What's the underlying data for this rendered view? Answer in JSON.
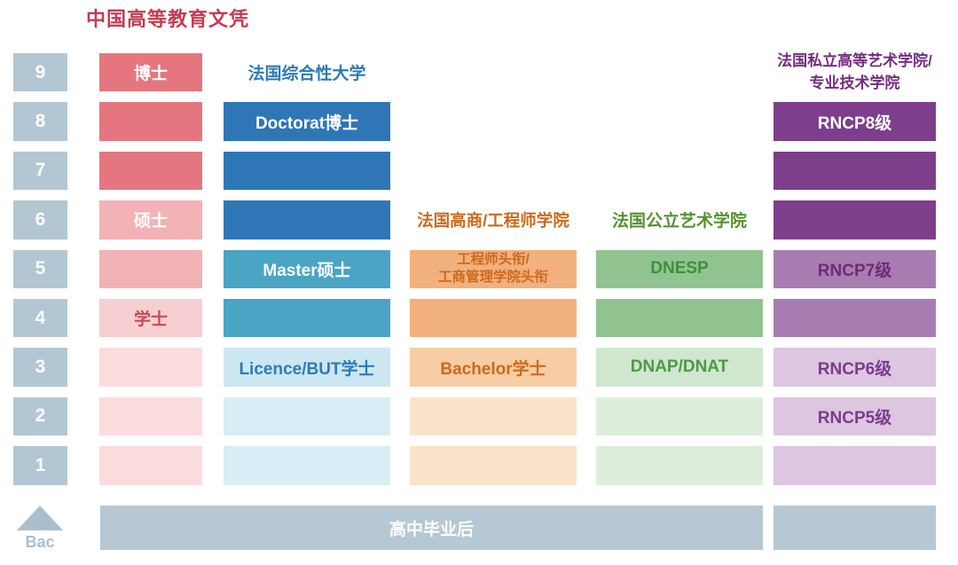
{
  "title": "中国高等教育文凭",
  "axis": {
    "levels": [
      "9",
      "8",
      "7",
      "6",
      "5",
      "4",
      "3",
      "2",
      "1"
    ],
    "bac_label": "Bac"
  },
  "columns": {
    "china": {
      "cells": {
        "l9": "博士",
        "l6": "硕士",
        "l4": "学士"
      }
    },
    "university": {
      "header": "法国综合性大学",
      "cells": {
        "l8": "Doctorat博士",
        "l5": "Master硕士",
        "l3": "Licence/BUT学士"
      }
    },
    "grande_ecole": {
      "header": "法国高商/工程师学院",
      "cells": {
        "l5": "工程师头衔/\n工商管理学院头衔",
        "l3": "Bachelor学士"
      }
    },
    "public_art": {
      "header": "法国公立艺术学院",
      "cells": {
        "l5": "DNESP",
        "l3": "DNAP/DNAT"
      }
    },
    "private_art": {
      "header": "法国私立高等艺术学院/\n专业技术学院",
      "cells": {
        "l8": "RNCP8级",
        "l5": "RNCP7级",
        "l3": "RNCP6级",
        "l2": "RNCP5级"
      }
    }
  },
  "footer": {
    "label": "高中毕业后"
  },
  "colors": {
    "title_red": "#c43b51",
    "level_box": "#b3c6d3",
    "footer_bar": "#b5c8d3",
    "bac": "#a9bfce",
    "china_dark": "#e5767f",
    "china_mid": "#f2b2b6",
    "china_light": "#f7ced1",
    "china_lighter": "#fadcdd",
    "china_text": "#c84b57",
    "university_blue": "#2f76b7",
    "university_teal": "#4aa4c4",
    "university_light": "#cbe7f2",
    "university_lighter": "#d7eef6",
    "university_text": "#2e7bb5",
    "grande_ecole_text": "#cc6a1c",
    "grande_ecole_mid": "#f2b07e",
    "grande_ecole_light": "#f6cda4",
    "grande_ecole_lighter": "#fae3cb",
    "public_art_header": "#57912f",
    "public_art_text_dark": "#3f8f3c",
    "public_art_text": "#4d9a44",
    "public_art_mid": "#91c391",
    "public_art_light": "#cfe7cf",
    "public_art_lighter": "#ddeedd",
    "private_art_header": "#742d7f",
    "private_art_dark": "#7d3e8b",
    "private_art_mid": "#a87cb0",
    "private_art_light": "#dcc6e0",
    "private_art_text_dark": "#6e2a78",
    "private_art_text_light": "#7d3a8c"
  }
}
